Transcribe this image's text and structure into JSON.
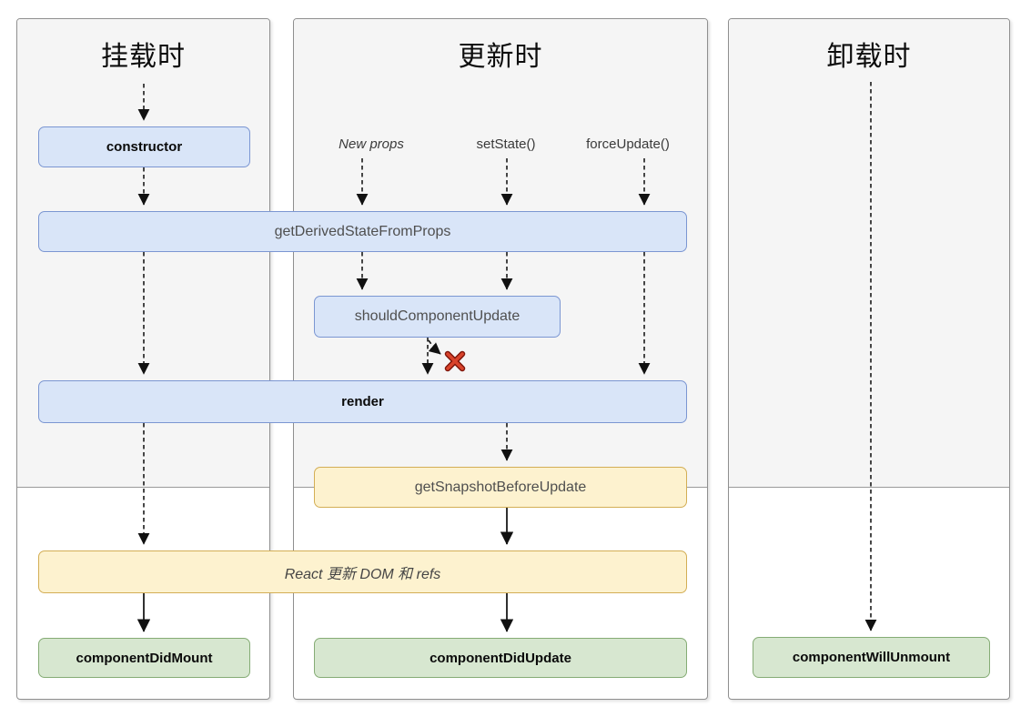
{
  "panels": [
    {
      "title": "挂载时"
    },
    {
      "title": "更新时"
    },
    {
      "title": "卸载时"
    }
  ],
  "triggers": {
    "new_props": "New props",
    "set_state": "setState()",
    "force_update": "forceUpdate()"
  },
  "nodes": {
    "constructor": "constructor",
    "get_derived_state_from_props": "getDerivedStateFromProps",
    "should_component_update": "shouldComponentUpdate",
    "render": "render",
    "get_snapshot_before_update": "getSnapshotBeforeUpdate",
    "react_updates_dom": "React 更新 DOM 和 refs",
    "component_did_mount": "componentDidMount",
    "component_did_update": "componentDidUpdate",
    "component_will_unmount": "componentWillUnmount"
  },
  "colors": {
    "lifecycle_box_blue_fill": "#d9e5f8",
    "lifecycle_box_blue_border": "#7b96d2",
    "side_effect_box_yellow_fill": "#fdf2cf",
    "side_effect_box_yellow_border": "#d3ae55",
    "commit_box_green_fill": "#d7e7d0",
    "commit_box_green_border": "#85ac75",
    "render_phase_background": "#f5f5f5",
    "cancel_x_red": "#d9432b"
  }
}
